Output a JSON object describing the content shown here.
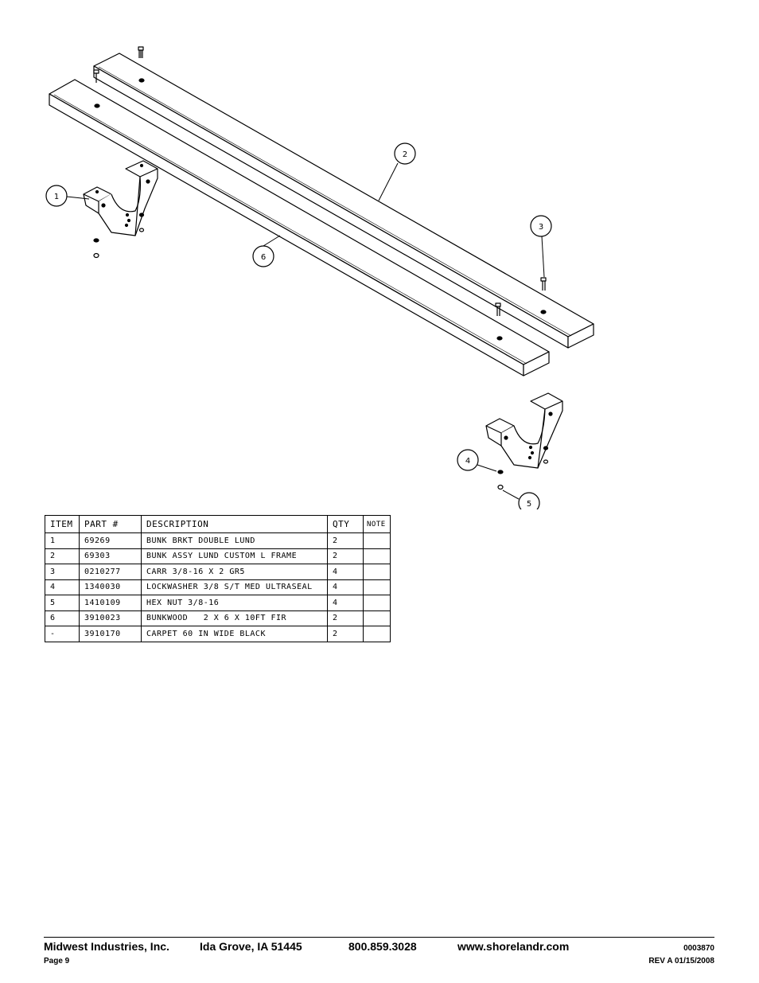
{
  "callouts": [
    {
      "id": "1",
      "label": "1"
    },
    {
      "id": "2",
      "label": "2"
    },
    {
      "id": "3",
      "label": "3"
    },
    {
      "id": "4",
      "label": "4"
    },
    {
      "id": "5",
      "label": "5"
    },
    {
      "id": "6",
      "label": "6"
    }
  ],
  "parts_table": {
    "headers": {
      "item": "ITEM",
      "part": "PART #",
      "description": "DESCRIPTION",
      "qty": "QTY",
      "note": "NOTE"
    },
    "rows": [
      {
        "item": "1",
        "part": "69269",
        "description": "BUNK BRKT DOUBLE LUND",
        "qty": "2",
        "note": ""
      },
      {
        "item": "2",
        "part": "69303",
        "description": "BUNK ASSY LUND CUSTOM L FRAME",
        "qty": "2",
        "note": ""
      },
      {
        "item": "3",
        "part": "0210277",
        "description": "CARR 3/8-16 X 2 GR5",
        "qty": "4",
        "note": ""
      },
      {
        "item": "4",
        "part": "1340030",
        "description": "LOCKWASHER 3/8 S/T MED ULTRASEAL",
        "qty": "4",
        "note": ""
      },
      {
        "item": "5",
        "part": "1410109",
        "description": "HEX NUT 3/8-16",
        "qty": "4",
        "note": ""
      },
      {
        "item": "6",
        "part": "3910023",
        "description": "BUNKWOOD   2 X 6 X 10FT FIR",
        "qty": "2",
        "note": ""
      },
      {
        "item": "-",
        "part": "3910170",
        "description": "CARPET 60 IN WIDE BLACK",
        "qty": "2",
        "note": ""
      }
    ]
  },
  "footer": {
    "company": "Midwest Industries, Inc.",
    "location": "Ida Grove, IA  51445",
    "phone": "800.859.3028",
    "website": "www.shorelandr.com",
    "page": "Page 9",
    "doc_number": "0003870",
    "revision": "REV A  01/15/2008"
  }
}
